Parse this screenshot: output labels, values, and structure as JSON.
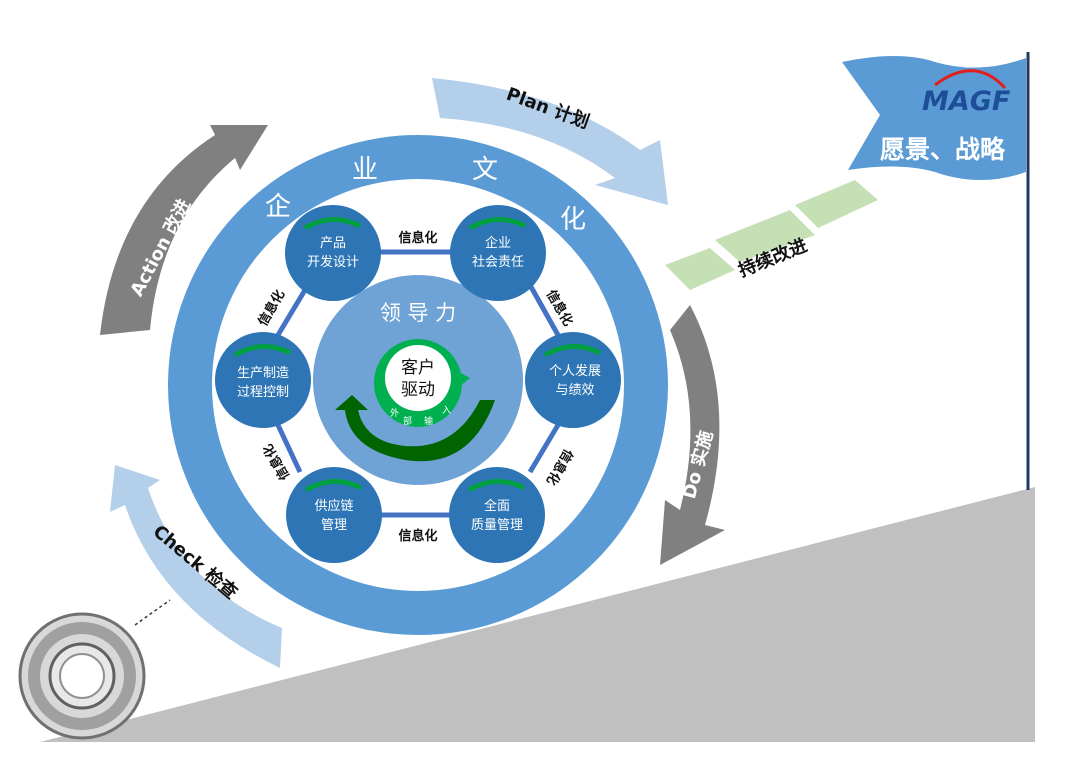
{
  "colors": {
    "ring": "#5b9bd5",
    "node": "#2e75b6",
    "inner": "#6fa3d6",
    "slope": "#c0c0c0",
    "green": "#00b050",
    "dark_green": "#006400",
    "gray_arrow": "#808080",
    "light_arrow": "#b4cfea",
    "chevron": "#c5e0b4"
  },
  "culture": {
    "chars": [
      "企",
      "业",
      "文",
      "化"
    ]
  },
  "leadership": "领 导 力",
  "center": {
    "line1": "客户",
    "line2": "驱动",
    "external": [
      "外",
      "部",
      "输",
      "入"
    ]
  },
  "nodes": [
    {
      "line1": "产品",
      "line2": "开发设计"
    },
    {
      "line1": "企业",
      "line2": "社会责任"
    },
    {
      "line1": "个人发展",
      "line2": "与绩效"
    },
    {
      "line1": "全面",
      "line2": "质量管理"
    },
    {
      "line1": "供应链",
      "line2": "管理"
    },
    {
      "line1": "生产制造",
      "line2": "过程控制"
    }
  ],
  "link_label": "信息化",
  "cycle": {
    "plan": "Plan 计划",
    "do": "Do 实施",
    "check": "Check 检查",
    "action": "Action 改进"
  },
  "improve": "持续改进",
  "flag": {
    "logo": "MAGF",
    "text": "愿景、战略"
  }
}
